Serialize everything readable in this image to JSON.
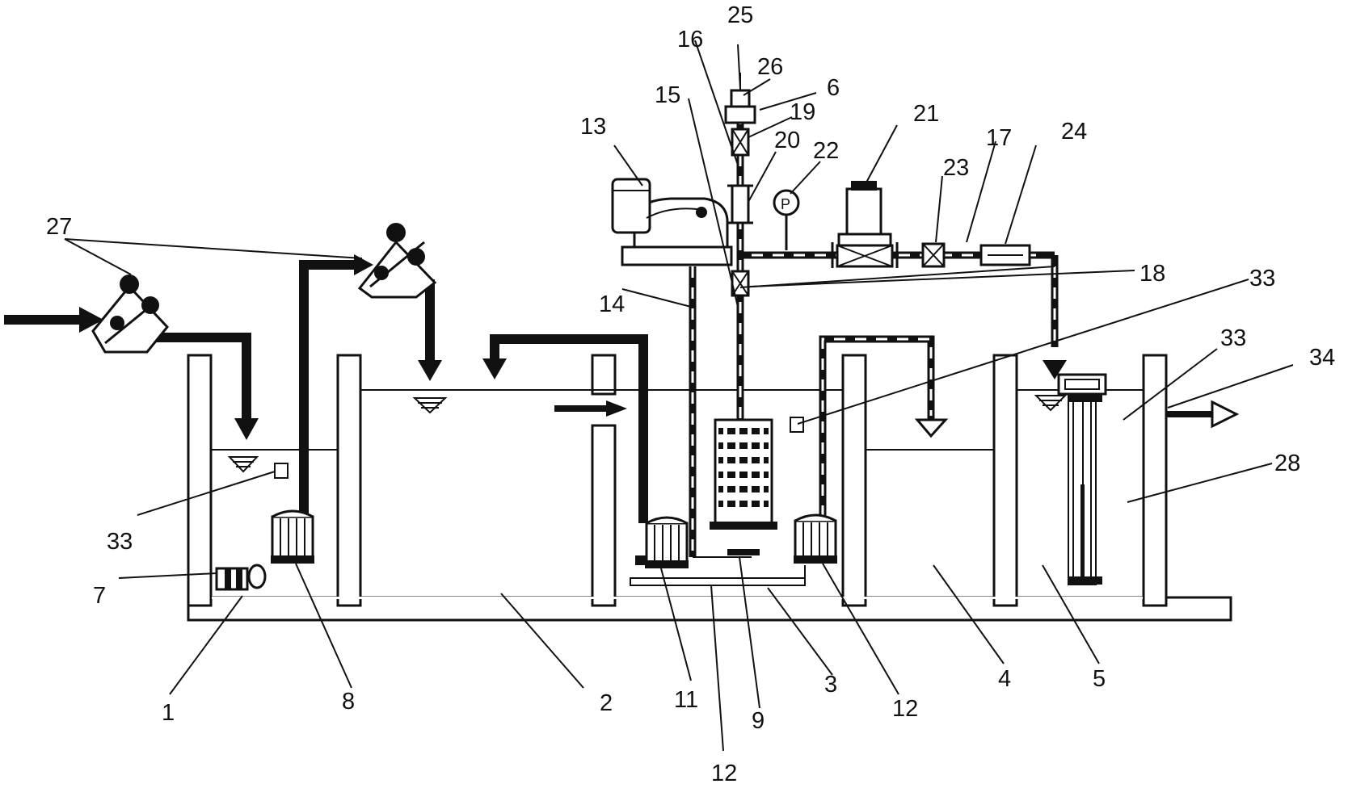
{
  "labels": {
    "n1": "1",
    "n2": "2",
    "n3": "3",
    "n4": "4",
    "n5": "5",
    "n6": "6",
    "n7": "7",
    "n8": "8",
    "n9": "9",
    "n11": "11",
    "n12a": "12",
    "n12b": "12",
    "n13": "13",
    "n14": "14",
    "n15": "15",
    "n16": "16",
    "n17": "17",
    "n18": "18",
    "n19": "19",
    "n20": "20",
    "n21": "21",
    "n22": "22",
    "n23": "23",
    "n24": "24",
    "n25": "25",
    "n26": "26",
    "n27": "27",
    "n28": "28",
    "n33a": "33",
    "n33b": "33",
    "n33c": "33",
    "n34": "34"
  },
  "colors": {
    "ink": "#111111",
    "background": "#ffffff"
  }
}
